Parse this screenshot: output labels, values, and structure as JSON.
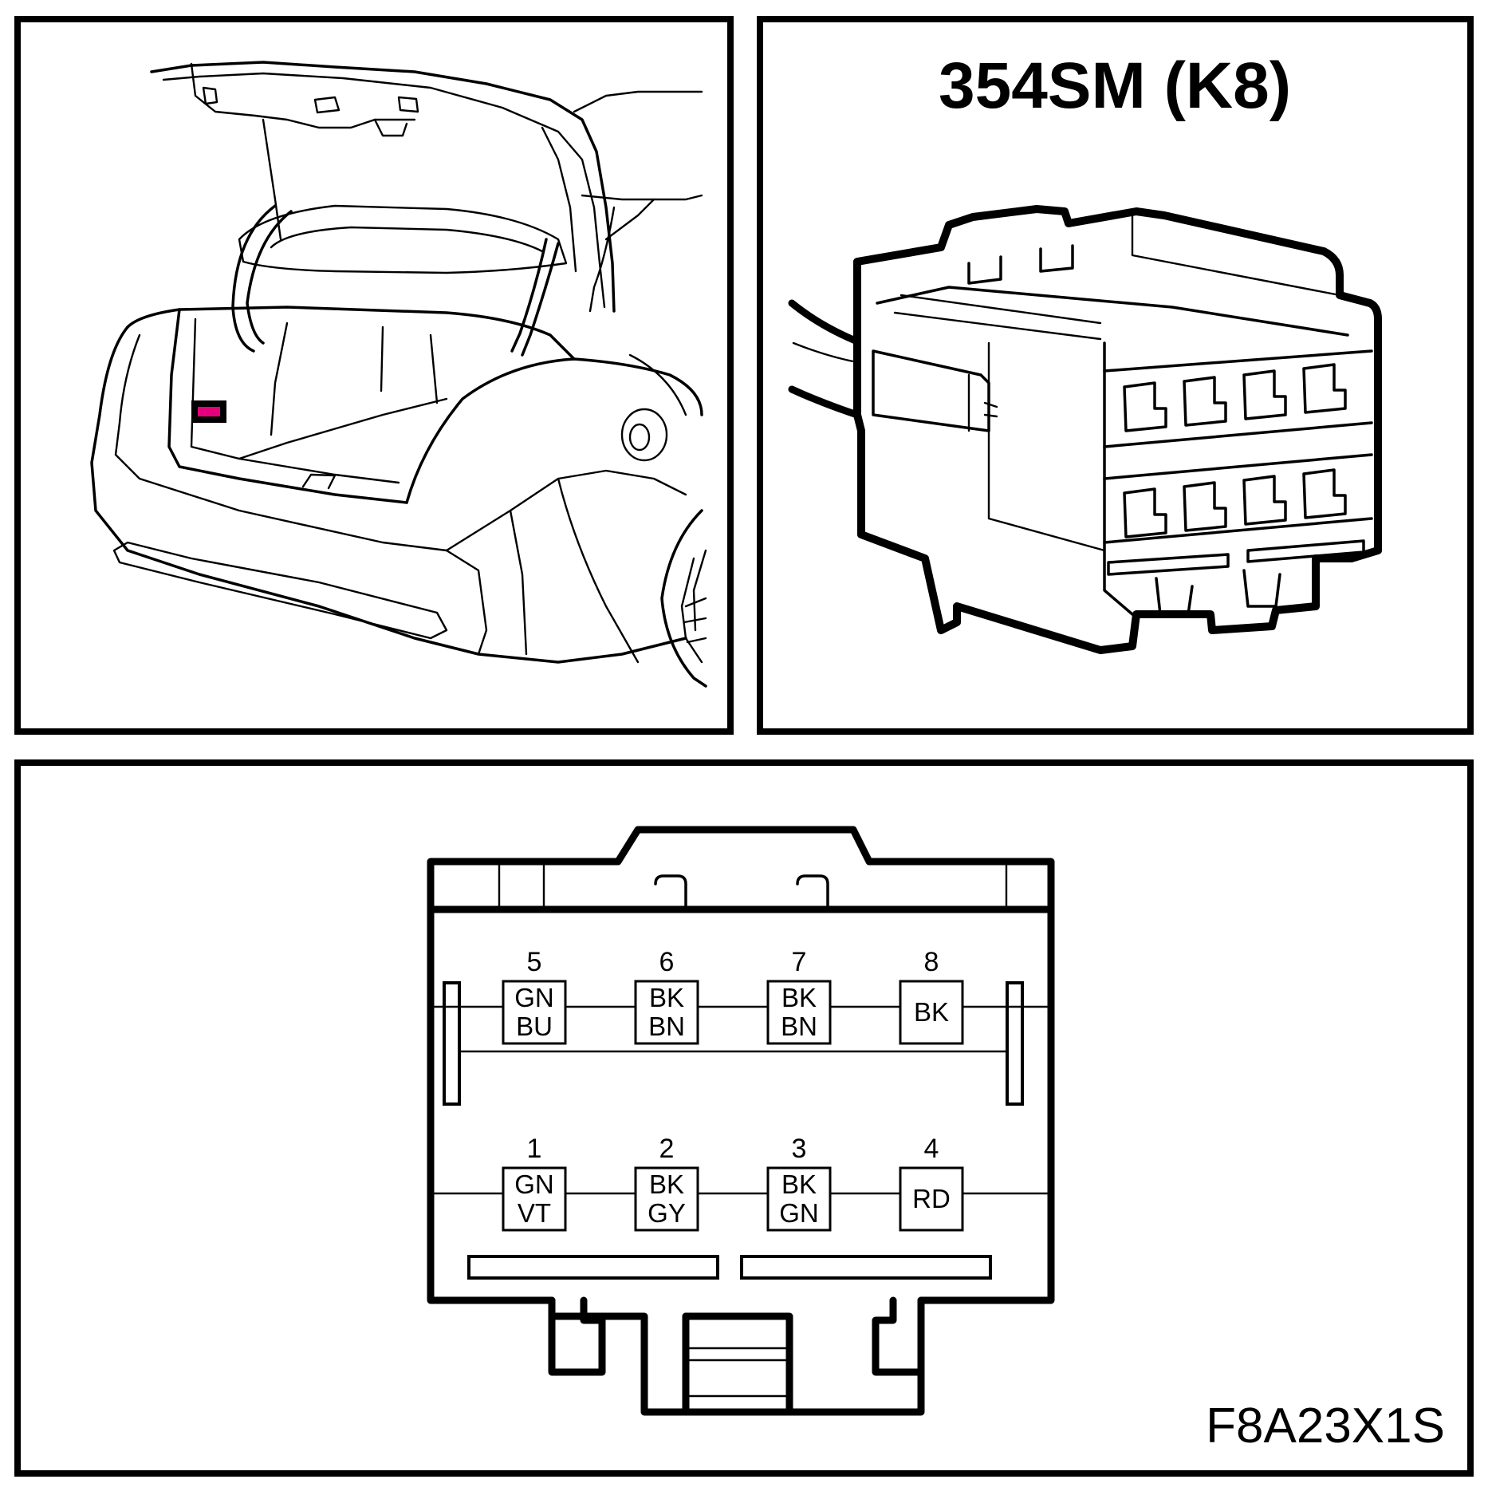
{
  "connector": {
    "title": "354SM (K8)"
  },
  "location_view": {
    "marker_color": "#e6007e"
  },
  "pinout": {
    "top_row": [
      {
        "number": "5",
        "line1": "GN",
        "line2": "BU"
      },
      {
        "number": "6",
        "line1": "BK",
        "line2": "BN"
      },
      {
        "number": "7",
        "line1": "BK",
        "line2": "BN"
      },
      {
        "number": "8",
        "line1": "BK",
        "line2": ""
      }
    ],
    "bottom_row": [
      {
        "number": "1",
        "line1": "GN",
        "line2": "VT"
      },
      {
        "number": "2",
        "line1": "BK",
        "line2": "GY"
      },
      {
        "number": "3",
        "line1": "BK",
        "line2": "GN"
      },
      {
        "number": "4",
        "line1": "RD",
        "line2": ""
      }
    ]
  },
  "figure_code": "F8A23X1S"
}
